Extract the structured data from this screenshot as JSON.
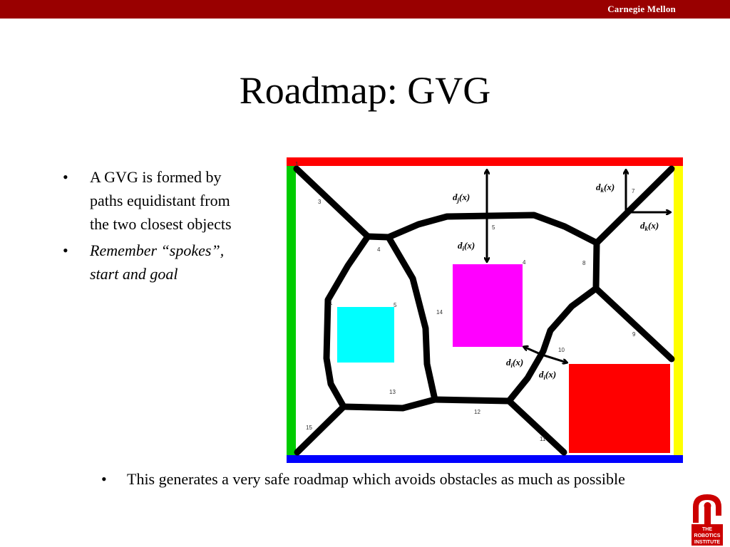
{
  "header": {
    "brand": "Carnegie Mellon"
  },
  "title": "Roadmap: GVG",
  "bullets": [
    {
      "text": "A GVG is formed by paths equidistant from the two closest objects",
      "italic": false
    },
    {
      "text": "Remember “spokes”, start and goal",
      "italic": true
    }
  ],
  "bottom_bullet": "This generates a very safe roadmap which avoids obstacles as much as possible",
  "diagram": {
    "colors": {
      "top": "#ff0000",
      "left": "#00cc00",
      "right": "#ffff00",
      "bottom": "#0000ff",
      "paths": "#000000",
      "obstacle_cyan": "#00ffff",
      "obstacle_magenta": "#ff00ff",
      "obstacle_red": "#ff0000"
    },
    "node_labels": [
      "1",
      "3",
      "4",
      "1",
      "5",
      "14",
      "5",
      "4",
      "7",
      "8",
      "9",
      "10",
      "13",
      "12",
      "15",
      "11"
    ],
    "distance_labels": [
      "d",
      "(x)",
      "d",
      "(x)",
      "d",
      "(x)",
      "d",
      "(x)",
      "d",
      "(x)",
      "d",
      "(x)"
    ],
    "subscripts": [
      "j",
      "i",
      "k",
      "k",
      "i",
      "i"
    ]
  },
  "logo": {
    "lines": [
      "THE",
      "ROBOTICS",
      "INSTITUTE"
    ]
  }
}
